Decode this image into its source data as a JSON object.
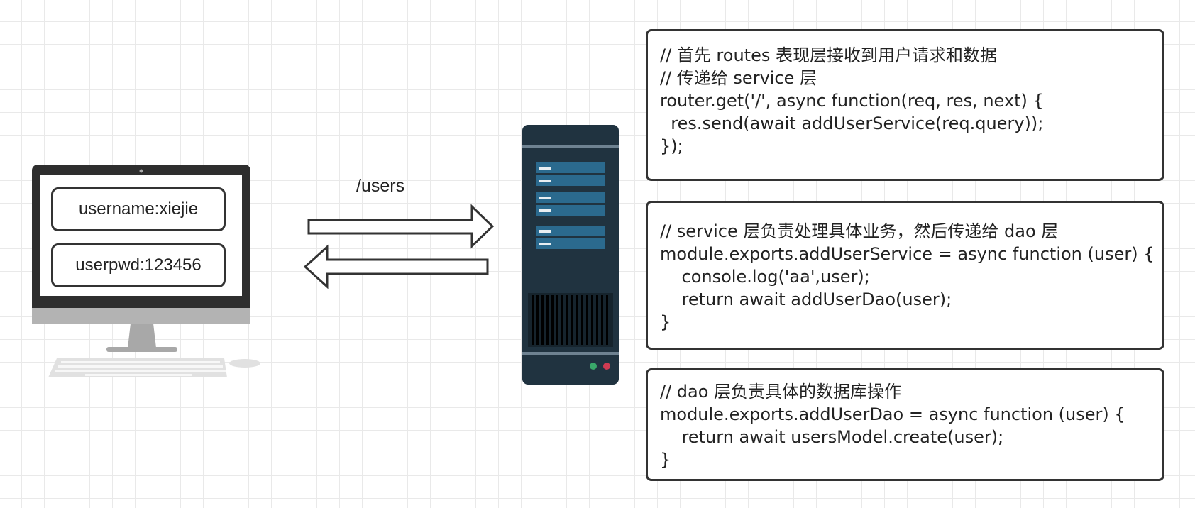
{
  "client": {
    "username_field": "username:xiejie",
    "password_field": "userpwd:123456"
  },
  "request": {
    "route_label": "/users"
  },
  "code_blocks": [
    {
      "lines": [
        "// 首先 routes 表现层接收到用户请求和数据",
        "// 传递给 service 层",
        "router.get('/', async function(req, res, next) {",
        "  res.send(await addUserService(req.query));",
        "});"
      ]
    },
    {
      "lines": [
        "// service 层负责处理具体业务，然后传递给 dao 层",
        "module.exports.addUserService = async function (user) {",
        "    console.log('aa',user);",
        "    return await addUserDao(user);",
        "}"
      ]
    },
    {
      "lines": [
        "// dao 层负责具体的数据库操作",
        "module.exports.addUserDao = async function (user) {",
        "    return await usersModel.create(user);",
        "}"
      ]
    }
  ],
  "colors": {
    "server_dark": "#203340",
    "server_light": "#2b6a8e",
    "monitor_frame": "#2e2e2e",
    "monitor_chin": "#b3b3b3",
    "stand": "#a8a8a8",
    "keyboard": "#e1e1e1",
    "led_green": "#39a86a",
    "led_red": "#cf3b52"
  }
}
